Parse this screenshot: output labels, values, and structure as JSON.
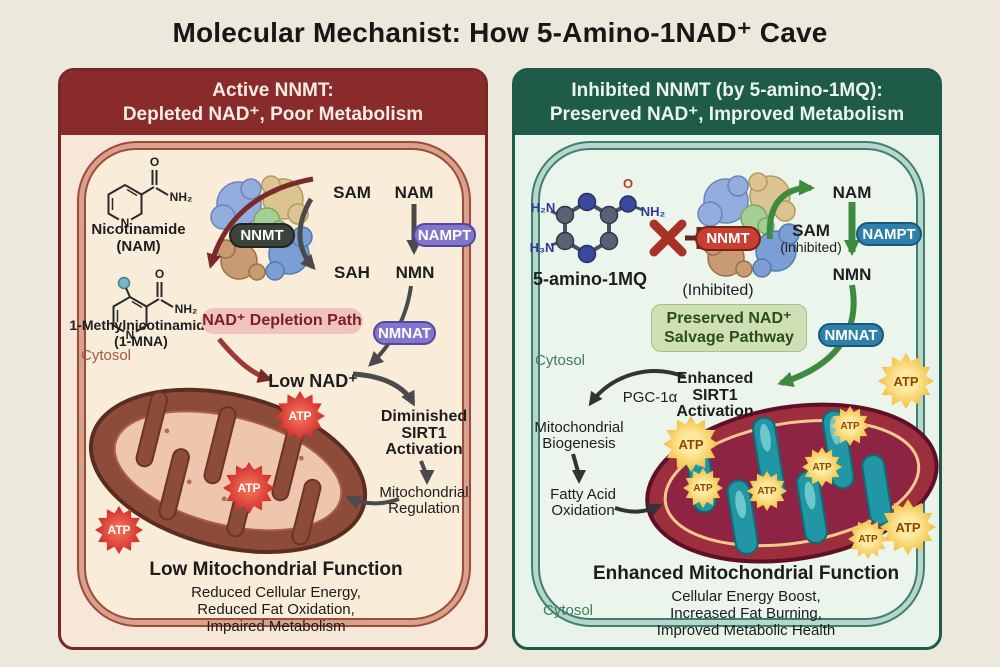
{
  "title": "Molecular Mechanist: How 5-Amino-1NAD⁺ Cave",
  "labels": {
    "atp": "ATP"
  },
  "colors": {
    "background": "#ece8db",
    "left_header": "#8a2b2b",
    "left_panel_bg": "#f6e7d9",
    "left_membrane": "#d9a28d",
    "right_header": "#1e5b49",
    "right_panel_bg": "#e8f3e9",
    "right_membrane": "#b7d6cc",
    "purple_pill": "#8276cc",
    "blue_pill": "#2e7fa9",
    "nnmt_dark_pill": "#3c423c",
    "nnmt_red_pill": "#c64134",
    "depletion_badge": "#f1c3c0",
    "preserved_badge": "#cfe0b4",
    "atp_red": "#cf2b2b",
    "atp_yellow": "#f2b62e",
    "arrow_red": "#7b2a2a",
    "arrow_gray": "#4a4a4a",
    "arrow_green": "#3e8a3e",
    "arrow_black": "#333333"
  },
  "left": {
    "header1": "Active NNMT:",
    "header2": "Depleted NAD⁺, Poor Metabolism",
    "nam_name1": "Nicotinamide",
    "nam_name2": "(NAM)",
    "mna_name1": "1-Methylnicotinamide",
    "mna_name2": "(1-MNA)",
    "nnmt": "NNMT",
    "sam": "SAM",
    "nam": "NAM",
    "sah": "SAH",
    "nmn": "NMN",
    "nampt": "NAMPT",
    "nmnat": "NMNAT",
    "depletion": "NAD⁺ Depletion Path",
    "low_nad": "Low NAD⁺",
    "sirt1_1": "Diminished",
    "sirt1_2": "SIRT1",
    "sirt1_3": "Activation",
    "mreg1": "Mitochondrial",
    "mreg2": "Regulation",
    "cytosol": "Cytosol",
    "outcome_title": "Low Mitochondrial Function",
    "outcome1": "Reduced Cellular Energy,",
    "outcome2": "Reduced Fat Oxidation,",
    "outcome3": "Impaired Metabolism",
    "atoms": {
      "o": "O",
      "nh2": "NH₂",
      "n": "N"
    }
  },
  "right": {
    "header1": "Inhibited NNMT (by 5-amino-1MQ):",
    "header2": "Preserved NAD⁺, Improved Metabolism",
    "mol_name": "5-amino-1MQ",
    "nnmt": "NNMT",
    "inhibited": "(Inhibited)",
    "nam": "NAM",
    "sam": "SAM",
    "sam_sub": "(inhibited)",
    "nmn": "NMN",
    "nampt": "NAMPT",
    "nmnat": "NMNAT",
    "preserved1": "Preserved NAD⁺",
    "preserved2": "Salvage Pathway",
    "sirt1_1": "Enhanced",
    "sirt1_2": "SIRT1",
    "sirt1_3": "Activation",
    "pgc": "PGC-1α",
    "biog1": "Mitochondrial",
    "biog2": "Biogenesis",
    "fat1": "Fatty Acid",
    "fat2": "Oxidation",
    "cytosol": "Cytosol",
    "outcome_title": "Enhanced Mitochondrial Function",
    "outcome1": "Cellular Energy Boost,",
    "outcome2": "Increased Fat Burning,",
    "outcome3": "Improved Metabolic Health",
    "atoms": {
      "o": "O",
      "nh2": "NH₂",
      "h2n": "H₂N",
      "h3n": "H₃N"
    }
  }
}
